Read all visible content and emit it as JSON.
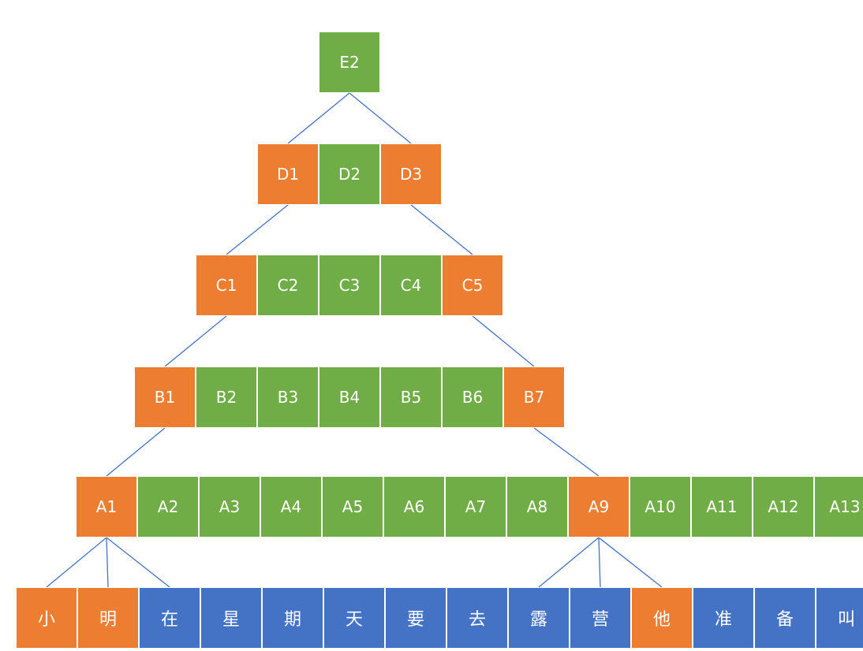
{
  "colors": {
    "highlight": "#ed7d31",
    "node": "#70ad47",
    "token": "#4472c4",
    "edge": "#4472c4"
  },
  "levels": [
    {
      "id": "E",
      "cells": [
        {
          "label": "E2",
          "state": "node"
        }
      ]
    },
    {
      "id": "D",
      "cells": [
        {
          "label": "D1",
          "state": "highlight"
        },
        {
          "label": "D2",
          "state": "node"
        },
        {
          "label": "D3",
          "state": "highlight"
        }
      ]
    },
    {
      "id": "C",
      "cells": [
        {
          "label": "C1",
          "state": "highlight"
        },
        {
          "label": "C2",
          "state": "node"
        },
        {
          "label": "C3",
          "state": "node"
        },
        {
          "label": "C4",
          "state": "node"
        },
        {
          "label": "C5",
          "state": "highlight"
        }
      ]
    },
    {
      "id": "B",
      "cells": [
        {
          "label": "B1",
          "state": "highlight"
        },
        {
          "label": "B2",
          "state": "node"
        },
        {
          "label": "B3",
          "state": "node"
        },
        {
          "label": "B4",
          "state": "node"
        },
        {
          "label": "B5",
          "state": "node"
        },
        {
          "label": "B6",
          "state": "node"
        },
        {
          "label": "B7",
          "state": "highlight"
        }
      ]
    },
    {
      "id": "A",
      "cells": [
        {
          "label": "A1",
          "state": "highlight"
        },
        {
          "label": "A2",
          "state": "node"
        },
        {
          "label": "A3",
          "state": "node"
        },
        {
          "label": "A4",
          "state": "node"
        },
        {
          "label": "A5",
          "state": "node"
        },
        {
          "label": "A6",
          "state": "node"
        },
        {
          "label": "A7",
          "state": "node"
        },
        {
          "label": "A8",
          "state": "node"
        },
        {
          "label": "A9",
          "state": "highlight"
        },
        {
          "label": "A10",
          "state": "node"
        },
        {
          "label": "A11",
          "state": "node"
        },
        {
          "label": "A12",
          "state": "node"
        },
        {
          "label": "A13",
          "state": "node"
        }
      ]
    },
    {
      "id": "tokens",
      "cells": [
        {
          "label": "小",
          "state": "highlight"
        },
        {
          "label": "明",
          "state": "highlight"
        },
        {
          "label": "在",
          "state": "token"
        },
        {
          "label": "星",
          "state": "token"
        },
        {
          "label": "期",
          "state": "token"
        },
        {
          "label": "天",
          "state": "token"
        },
        {
          "label": "要",
          "state": "token"
        },
        {
          "label": "去",
          "state": "token"
        },
        {
          "label": "露",
          "state": "token"
        },
        {
          "label": "营",
          "state": "token"
        },
        {
          "label": "他",
          "state": "highlight"
        },
        {
          "label": "准",
          "state": "token"
        },
        {
          "label": "备",
          "state": "token"
        },
        {
          "label": "叫",
          "state": "token"
        }
      ]
    }
  ],
  "edges": [
    {
      "from": [
        "E",
        "E2"
      ],
      "to": [
        "D",
        "D1"
      ]
    },
    {
      "from": [
        "E",
        "E2"
      ],
      "to": [
        "D",
        "D3"
      ]
    },
    {
      "from": [
        "D",
        "D1"
      ],
      "to": [
        "C",
        "C1"
      ]
    },
    {
      "from": [
        "D",
        "D3"
      ],
      "to": [
        "C",
        "C5"
      ]
    },
    {
      "from": [
        "C",
        "C1"
      ],
      "to": [
        "B",
        "B1"
      ]
    },
    {
      "from": [
        "C",
        "C5"
      ],
      "to": [
        "B",
        "B7"
      ]
    },
    {
      "from": [
        "B",
        "B1"
      ],
      "to": [
        "A",
        "A1"
      ]
    },
    {
      "from": [
        "B",
        "B7"
      ],
      "to": [
        "A",
        "A9"
      ]
    },
    {
      "from": [
        "A",
        "A1"
      ],
      "to": [
        "tokens",
        "小"
      ]
    },
    {
      "from": [
        "A",
        "A1"
      ],
      "to": [
        "tokens",
        "明"
      ]
    },
    {
      "from": [
        "A",
        "A1"
      ],
      "to": [
        "tokens",
        "在"
      ]
    },
    {
      "from": [
        "A",
        "A9"
      ],
      "to": [
        "tokens",
        "露"
      ]
    },
    {
      "from": [
        "A",
        "A9"
      ],
      "to": [
        "tokens",
        "营"
      ]
    },
    {
      "from": [
        "A",
        "A9"
      ],
      "to": [
        "tokens",
        "他"
      ]
    }
  ]
}
